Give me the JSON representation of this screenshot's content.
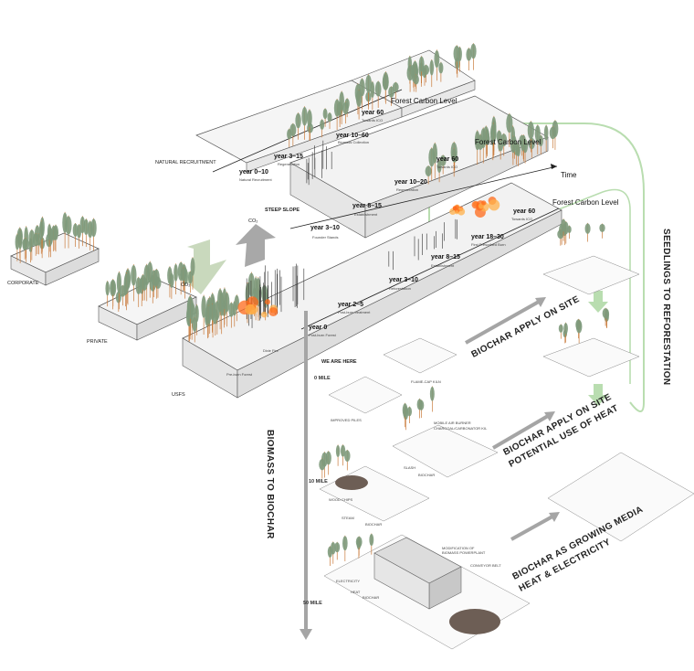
{
  "levels": {
    "corporate": "CORPORATE",
    "private": "PRIVATE",
    "usfs": "USFS"
  },
  "paths": {
    "natural": "NATURAL RECRUITMENT",
    "steep": "STEEP SLOPE"
  },
  "carbon": {
    "forest_level_1": "Forest Carbon Level",
    "forest_level_2": "Forest Carbon Level",
    "forest_level_3": "Forest Carbon Level",
    "co2_top": "CO₂",
    "co2_left": "CO₂",
    "time": "Time"
  },
  "timeline_top": [
    {
      "year": "year 0–10",
      "desc": "Natural Recruitment"
    },
    {
      "year": "year 3–15",
      "desc": "Regeneration"
    },
    {
      "year": "year 10–60",
      "desc": "Biomass Collection"
    },
    {
      "year": "year 60",
      "desc": "Towards ICO"
    }
  ],
  "timeline_mid": [
    {
      "year": "year 3–10",
      "desc": "Founder Stands"
    },
    {
      "year": "year 8–15",
      "desc": "Establishment"
    },
    {
      "year": "year 10–20",
      "desc": "Regeneration"
    },
    {
      "year": "year 60",
      "desc": "Towards ICO"
    }
  ],
  "timeline_low": [
    {
      "year": "year 0",
      "desc": "Post-burn Forest"
    },
    {
      "year": "year 2–5",
      "desc": "Post-burn treatment"
    },
    {
      "year": "year 3–10",
      "desc": "Reforestation"
    },
    {
      "year": "year 8–15",
      "desc": "Establishment"
    },
    {
      "year": "year 18–30",
      "desc": "First Prescribed Burn"
    },
    {
      "year": "year 60",
      "desc": "Towards ICO"
    }
  ],
  "scene_labels": {
    "dixie": "Dixie Fire",
    "preburn": "Pre-burn Forest",
    "we_are_here": "WE ARE HERE",
    "flame_cap": "FLAME-CAP KILN",
    "improved_piles": "IMPROVED PILES",
    "mobile_air": "MOBILE AIR BURNER",
    "charcoal": "CHARCOAL/CARBONATOR KIL",
    "slash": "SLASH",
    "biochar_a": "BIOCHAR",
    "wood_chips": "WOOD CHIPS",
    "steam": "STEAM",
    "biochar_b": "BIOCHAR",
    "modification": "MODIFICATION OF",
    "modification2": "BIOMASS POWERPLANT",
    "conveyor": "CONVEYOR BELT",
    "electricity": "ELECTRICITY",
    "heat": "HEAT",
    "biochar_c": "BIOCHAR"
  },
  "distances": [
    "0 MILE",
    "10 MILE",
    "50 MILE"
  ],
  "headings": {
    "biomass_to_biochar": "BIOMASS TO BIOCHAR",
    "apply_on_site": "BIOCHAR APPLY ON SITE",
    "apply_heat_1": "BIOCHAR APPLY ON SITE",
    "apply_heat_2": "POTENTIAL USE OF HEAT",
    "growing_1": "BIOCHAR AS GROWING MEDIA",
    "growing_2": "HEAT & ELECTRICITY",
    "seedlings": "SEEDLINGS TO REFORESTATION"
  },
  "colors": {
    "green_line": "#b9ddb0",
    "grey_arrow": "#9a9a9a",
    "tree": "#7e9a7c",
    "trunk": "#c97a3a",
    "fire": "#ff6a1a"
  }
}
